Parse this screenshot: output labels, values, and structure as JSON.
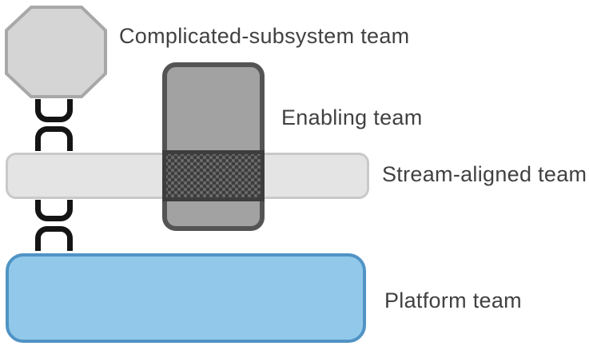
{
  "diagram": {
    "kind": "team-topologies-team-types",
    "labels": {
      "complicated_subsystem": "Complicated-subsystem team",
      "enabling": "Enabling team",
      "stream_aligned": "Stream-aligned team",
      "platform": "Platform team"
    },
    "shapes": {
      "complicated_subsystem": "octagon",
      "enabling": "vertical-rounded-rectangle",
      "stream_aligned": "horizontal-rounded-bar",
      "platform": "wide-rounded-rectangle",
      "overlap": "dotted-hatch-band",
      "connectors": "facing-bracket-pairs"
    },
    "colors": {
      "background": "#ffffff",
      "text": "#414141",
      "complicated_subsystem_fill": "#d5d5d5",
      "complicated_subsystem_border": "#a8a8a8",
      "enabling_fill": "#a2a2a2",
      "enabling_border": "#545454",
      "stream_aligned_fill": "#e4e4e4",
      "stream_aligned_border": "#c9c9c9",
      "platform_fill": "#92c9ea",
      "platform_border": "#5093c5",
      "overlap_hatch_bg": "#767676",
      "overlap_hatch_dot": "#3d3d3d",
      "connector": "#141414"
    }
  }
}
